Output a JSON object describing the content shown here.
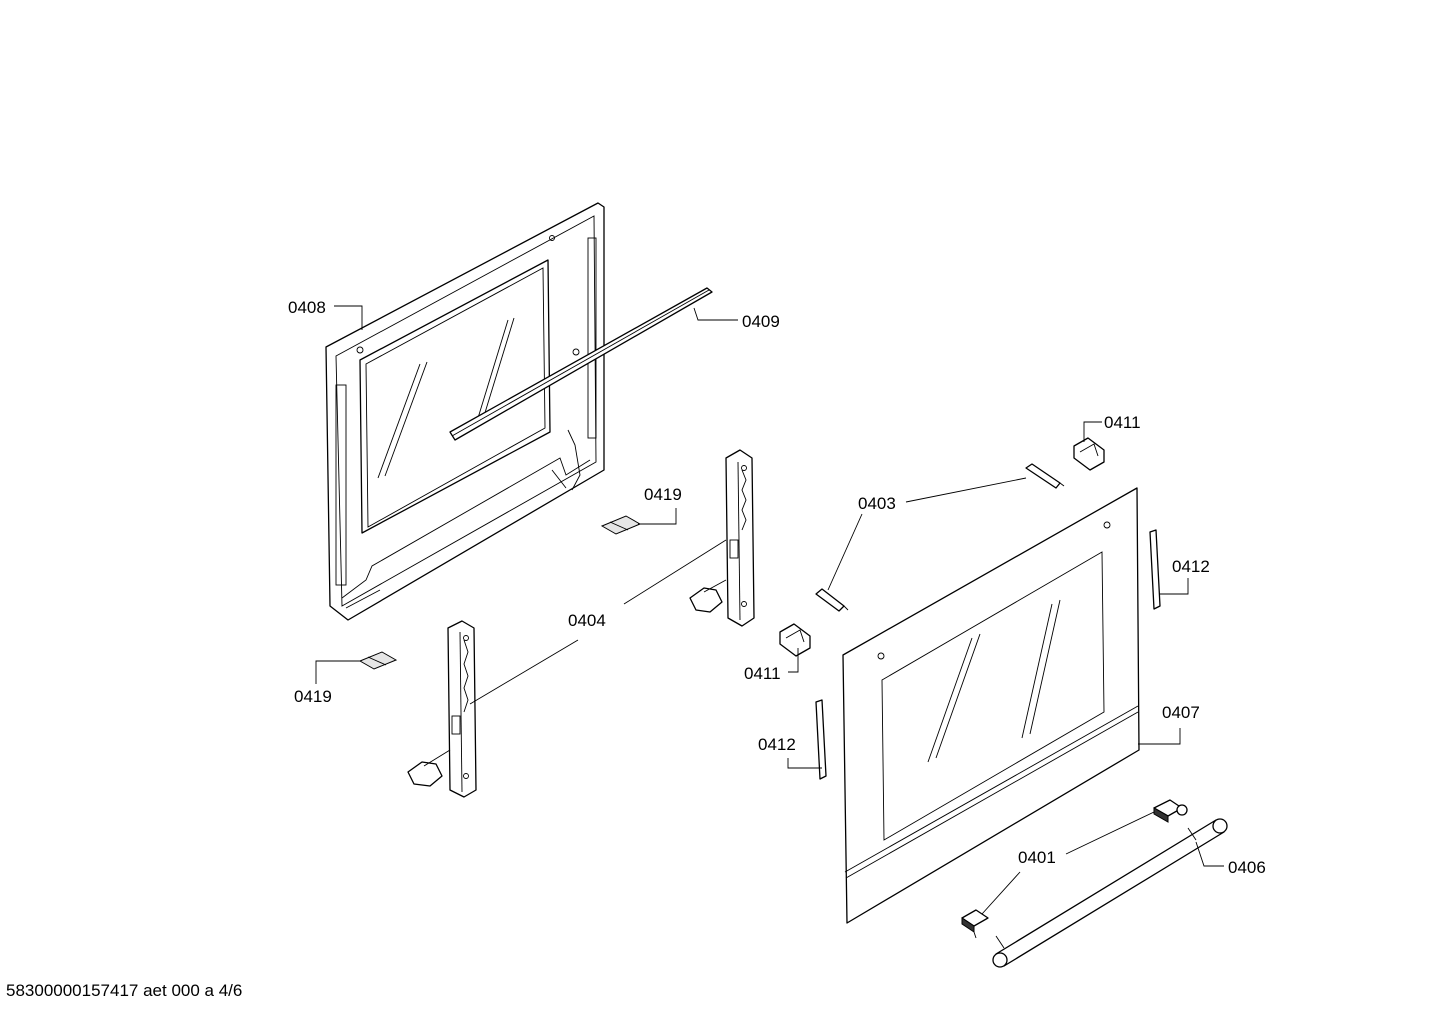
{
  "footer": {
    "text": "58300000157417 aet 000 a 4/6"
  },
  "callouts": {
    "c0408": "0408",
    "c0409": "0409",
    "c0419_top": "0419",
    "c0419_bottom": "0419",
    "c0404": "0404",
    "c0403": "0403",
    "c0411_top": "0411",
    "c0411_bottom": "0411",
    "c0412_right": "0412",
    "c0412_left": "0412",
    "c0407": "0407",
    "c0401": "0401",
    "c0406": "0406"
  }
}
